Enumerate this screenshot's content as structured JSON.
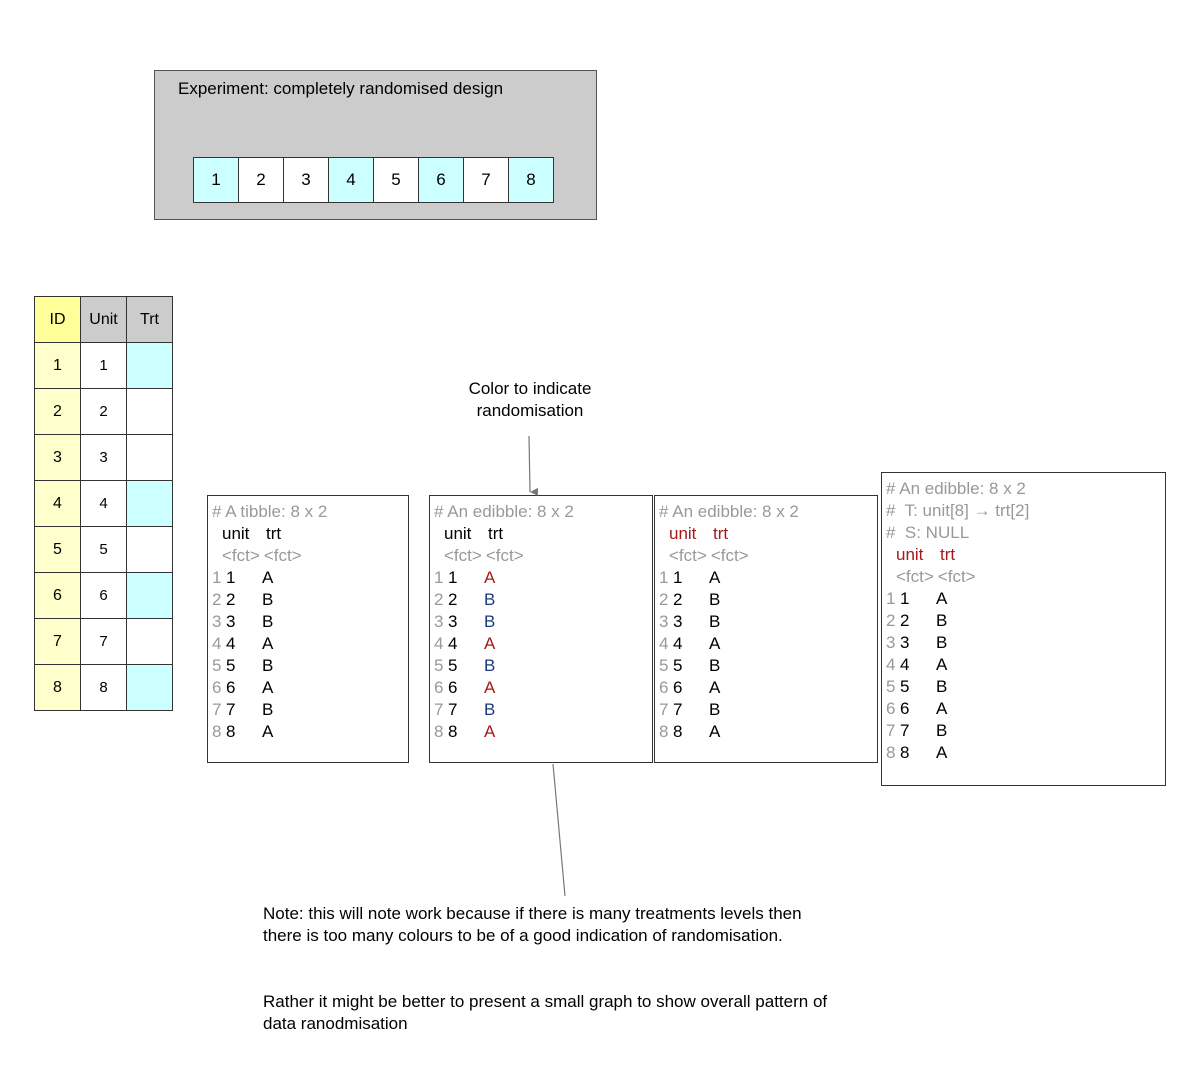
{
  "experiment": {
    "title": "Experiment: completely randomised design",
    "plots": [
      {
        "label": "1",
        "treated": true
      },
      {
        "label": "2",
        "treated": false
      },
      {
        "label": "3",
        "treated": false
      },
      {
        "label": "4",
        "treated": true
      },
      {
        "label": "5",
        "treated": false
      },
      {
        "label": "6",
        "treated": true
      },
      {
        "label": "7",
        "treated": false
      },
      {
        "label": "8",
        "treated": true
      }
    ]
  },
  "design_table": {
    "headers": [
      "ID",
      "Unit",
      "Trt"
    ],
    "rows": [
      {
        "id": "1",
        "unit": "1",
        "trt_cyan": true
      },
      {
        "id": "2",
        "unit": "2",
        "trt_cyan": false
      },
      {
        "id": "3",
        "unit": "3",
        "trt_cyan": false
      },
      {
        "id": "4",
        "unit": "4",
        "trt_cyan": true
      },
      {
        "id": "5",
        "unit": "5",
        "trt_cyan": false
      },
      {
        "id": "6",
        "unit": "6",
        "trt_cyan": true
      },
      {
        "id": "7",
        "unit": "7",
        "trt_cyan": false
      },
      {
        "id": "8",
        "unit": "8",
        "trt_cyan": true
      }
    ]
  },
  "panels": [
    {
      "header_lines": [
        "# A tibble: 8 x 2"
      ],
      "colnames": [
        "unit",
        "trt"
      ],
      "colname_color": "black",
      "types": [
        "<fct>",
        "<fct>"
      ],
      "rows": [
        [
          "1",
          "1",
          "A"
        ],
        [
          "2",
          "2",
          "B"
        ],
        [
          "3",
          "3",
          "B"
        ],
        [
          "4",
          "4",
          "A"
        ],
        [
          "5",
          "5",
          "B"
        ],
        [
          "6",
          "6",
          "A"
        ],
        [
          "7",
          "7",
          "B"
        ],
        [
          "8",
          "8",
          "A"
        ]
      ],
      "trt_colored": false
    },
    {
      "header_lines": [
        "# An edibble: 8 x 2"
      ],
      "colnames": [
        "unit",
        "trt"
      ],
      "colname_color": "black",
      "types": [
        "<fct>",
        "<fct>"
      ],
      "rows": [
        [
          "1",
          "1",
          "A"
        ],
        [
          "2",
          "2",
          "B"
        ],
        [
          "3",
          "3",
          "B"
        ],
        [
          "4",
          "4",
          "A"
        ],
        [
          "5",
          "5",
          "B"
        ],
        [
          "6",
          "6",
          "A"
        ],
        [
          "7",
          "7",
          "B"
        ],
        [
          "8",
          "8",
          "A"
        ]
      ],
      "trt_colored": true,
      "level_colors": {
        "A": "#a31a1a",
        "B": "#1a3a7a"
      }
    },
    {
      "header_lines": [
        "# An edibble: 8 x 2"
      ],
      "colnames": [
        "unit",
        "trt"
      ],
      "colname_color": "red",
      "types": [
        "<fct>",
        "<fct>"
      ],
      "rows": [
        [
          "1",
          "1",
          "A"
        ],
        [
          "2",
          "2",
          "B"
        ],
        [
          "3",
          "3",
          "B"
        ],
        [
          "4",
          "4",
          "A"
        ],
        [
          "5",
          "5",
          "B"
        ],
        [
          "6",
          "6",
          "A"
        ],
        [
          "7",
          "7",
          "B"
        ],
        [
          "8",
          "8",
          "A"
        ]
      ],
      "trt_colored": false
    },
    {
      "header_lines": [
        "# An edibble: 8 x 2",
        "#  T: unit[8] → trt[2]",
        "#  S: NULL"
      ],
      "colnames": [
        "unit",
        "trt"
      ],
      "colname_color": "red",
      "types": [
        "<fct>",
        "<fct>"
      ],
      "rows": [
        [
          "1",
          "1",
          "A"
        ],
        [
          "2",
          "2",
          "B"
        ],
        [
          "3",
          "3",
          "B"
        ],
        [
          "4",
          "4",
          "A"
        ],
        [
          "5",
          "5",
          "B"
        ],
        [
          "6",
          "6",
          "A"
        ],
        [
          "7",
          "7",
          "B"
        ],
        [
          "8",
          "8",
          "A"
        ]
      ],
      "trt_colored": false
    }
  ],
  "annotations": {
    "color_note": [
      "Color to indicate",
      "randomisation"
    ],
    "note_1": [
      "Note: this will note work because if there is many treatments levels then",
      "there is too many colours to be of a good indication of randomisation."
    ],
    "note_2": [
      "Rather it might be better to present a small graph to show overall pattern of",
      "data ranodmisation"
    ]
  }
}
